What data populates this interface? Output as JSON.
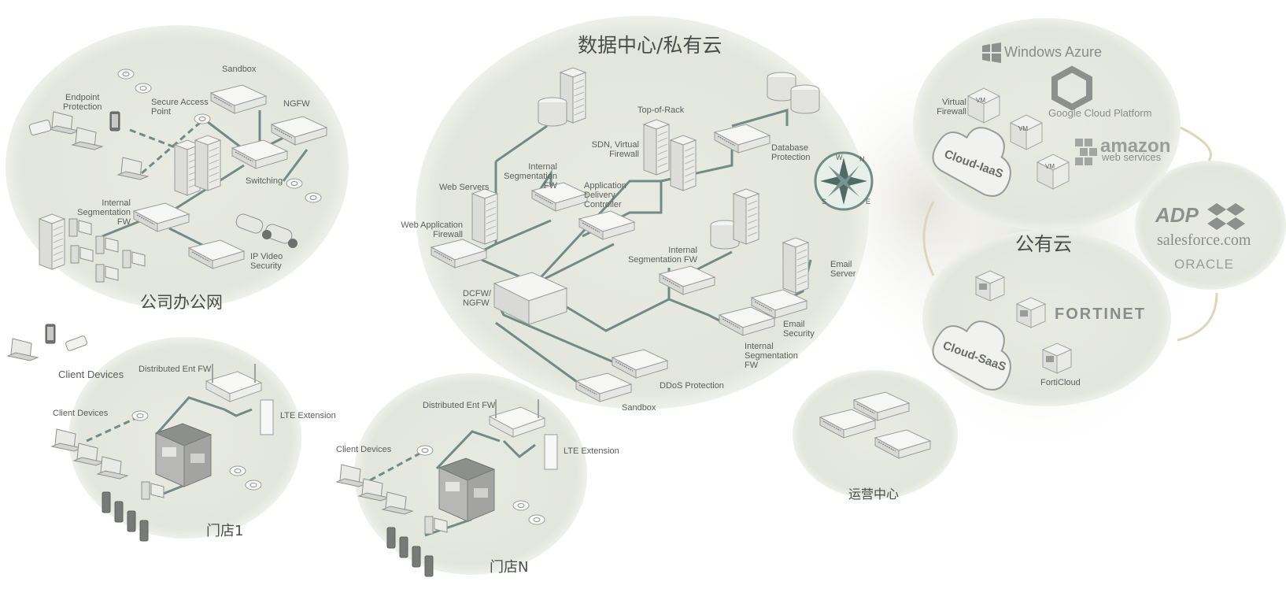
{
  "zones": {
    "corporate": "公司办公网",
    "datacenter": "数据中心/私有云",
    "public_cloud": "公有云",
    "store1": "门店1",
    "storeN": "门店N",
    "soc": "运营中心"
  },
  "corporate_labels": {
    "endpoint": "Endpoint\nProtection",
    "secure_ap": "Secure Access\nPoint",
    "sandbox": "Sandbox",
    "ngfw": "NGFW",
    "switching": "Switching",
    "isfw": "Internal\nSegmentation\nFW",
    "ipvideo": "IP Video\nSecurity"
  },
  "client_devices_main": "Client Devices",
  "store1_labels": {
    "dist_fw": "Distributed Ent FW",
    "client": "Client Devices",
    "lte": "LTE Extension"
  },
  "storeN_labels": {
    "dist_fw": "Distributed Ent FW",
    "client": "Client Devices",
    "lte": "LTE Extension"
  },
  "dc_labels": {
    "top_of_rack": "Top-of-Rack",
    "sdn_fw": "SDN, Virtual\nFirewall",
    "isfw1": "Internal\nSegmentation FW",
    "web_servers": "Web Servers",
    "adc": "Application\nDelivery\nController",
    "db_protection": "Database\nProtection",
    "waf": "Web Application\nFirewall",
    "isfw2": "Internal\nSegmentation FW",
    "email_server": "Email\nServer",
    "dcfw": "DCFW/\nNGFW",
    "email_security": "Email\nSecurity",
    "isfw3": "Internal\nSegmentation\nFW",
    "ddos": "DDoS Protection",
    "sandbox": "Sandbox"
  },
  "cloud_labels": {
    "windows_azure": "Windows Azure",
    "virtual_fw": "Virtual\nFirewall",
    "google": "Google Cloud Platform",
    "amazon": "amazon",
    "aws": "web services",
    "cloud_iaas": "Cloud-IaaS",
    "cloud_saas": "Cloud-SaaS",
    "vm": "VM",
    "adp": "ADP",
    "salesforce": "salesforce.com",
    "oracle": "ORACLE",
    "fortinet": "FORTINET",
    "forticloud": "FortiCloud"
  },
  "compass": {
    "n": "N",
    "e": "E",
    "s": "S",
    "w": "W"
  },
  "colors": {
    "zone_fill": "#e6e9df",
    "link": "#6f8c87",
    "device": "#f4f4f2",
    "device_edge": "#9a9c99"
  }
}
